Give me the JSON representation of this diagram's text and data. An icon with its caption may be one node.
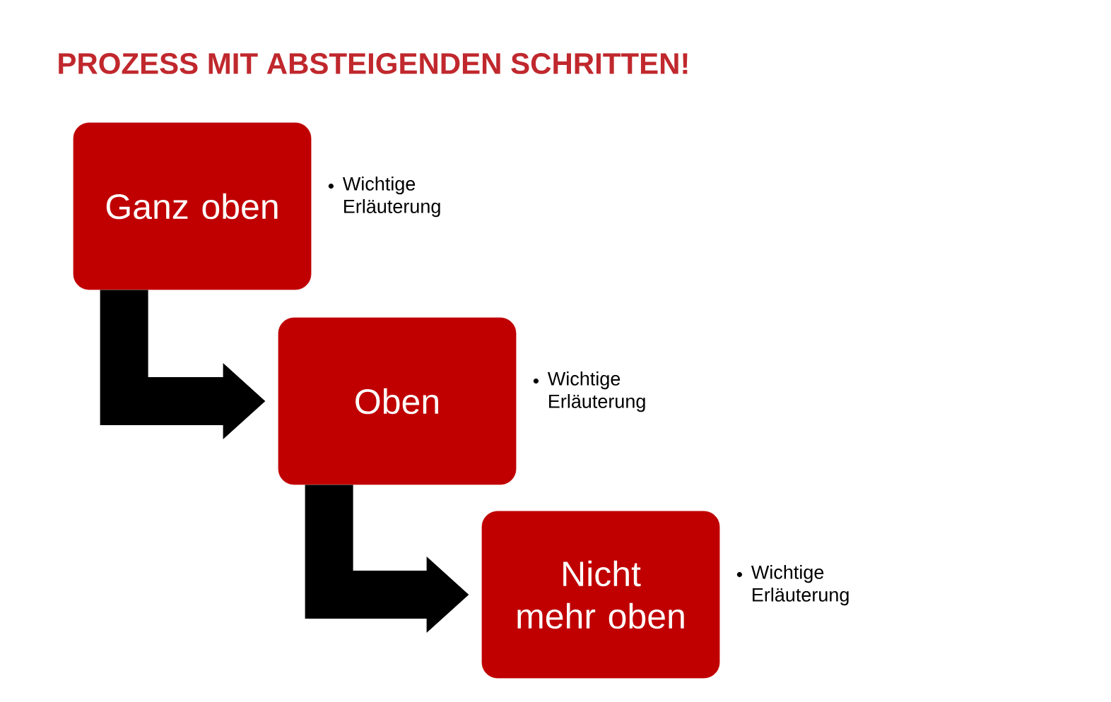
{
  "diagram": {
    "title": "PROZESS MIT ABSTEIGENDEN SCHRITTEN!",
    "nodes": [
      {
        "text": [
          "Ganz oben"
        ],
        "beside": [
          "Wichtige Erläuterung"
        ]
      },
      {
        "text": [
          "Oben"
        ],
        "beside": [
          "Wichtige Erläuterung"
        ]
      },
      {
        "text": [
          "Nicht mehr oben"
        ],
        "beside": [
          "Wichtige Erläuterung"
        ]
      }
    ],
    "edges": [
      {
        "from": 0,
        "to": 1,
        "arrow": "to"
      },
      {
        "from": 1,
        "to": 2,
        "arrow": "to"
      }
    ]
  }
}
